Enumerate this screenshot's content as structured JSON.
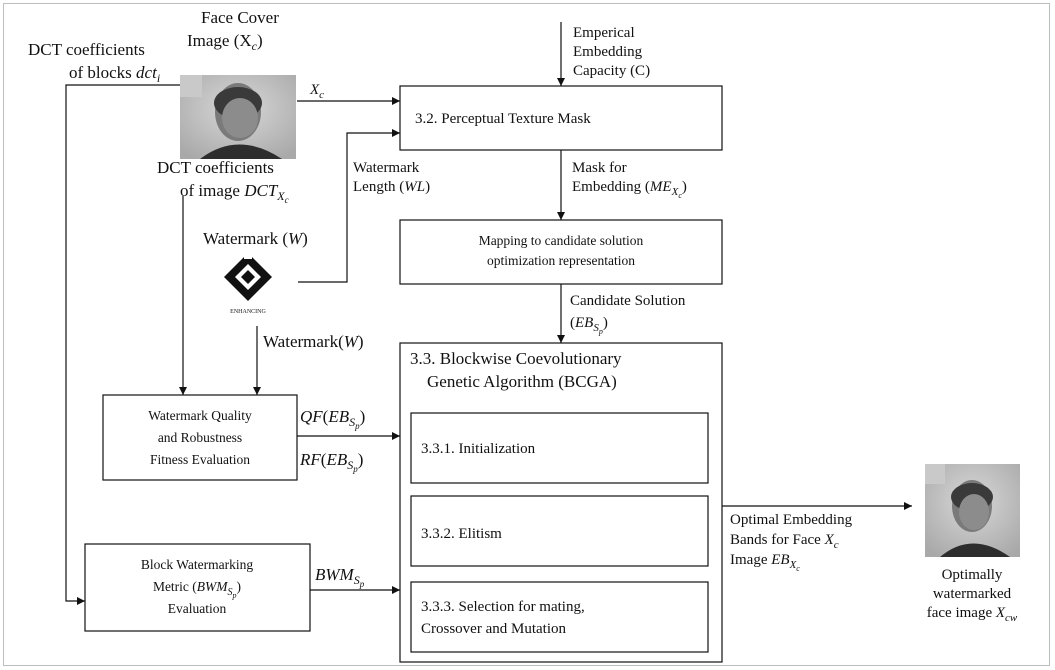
{
  "labels": {
    "face_cover": [
      "Face Cover",
      "Image (X",
      "c",
      ")"
    ],
    "dct_blocks": [
      "DCT coefficients",
      "of blocks ",
      "dct",
      "i"
    ],
    "dct_image": [
      "DCT coefficients",
      "of image ",
      "DCT",
      "X",
      "c"
    ],
    "xc_arrow": [
      "X",
      "c"
    ],
    "emperical": [
      "Emperical",
      "Embedding",
      "Capacity (C)"
    ],
    "watermark_length": [
      "Watermark",
      "Length (",
      "WL",
      ")"
    ],
    "mask_for": [
      "Mask for",
      "Embedding (",
      "ME",
      "X",
      "c",
      ")"
    ],
    "watermark_w1": [
      "Watermark (",
      "W",
      ")"
    ],
    "watermark_w2": [
      "Watermark(",
      "W",
      ")"
    ],
    "logo_text": "ENHANCING",
    "candidate": [
      "Candidate Solution",
      "(",
      "EB",
      "S",
      "p",
      ")"
    ],
    "qf": [
      "QF",
      "(",
      "EB",
      "S",
      "p",
      ")"
    ],
    "rf": [
      "RF",
      "(",
      "EB",
      "S",
      "p",
      ")"
    ],
    "bwm": [
      "BWM",
      "S",
      "p"
    ],
    "optimal_bands": [
      "Optimal Embedding",
      "Bands for Face ",
      "X",
      "c",
      "Image ",
      "EB",
      "X",
      "c"
    ],
    "optimally": [
      "Optimally",
      "watermarked",
      "face image ",
      "X",
      "cw"
    ]
  },
  "boxes": {
    "perceptual": "3.2. Perceptual Texture Mask",
    "mapping": [
      "Mapping to candidate solution",
      "optimization representation"
    ],
    "bcga": [
      "3.3. Blockwise Coevolutionary",
      "Genetic Algorithm (BCGA)"
    ],
    "init": "3.3.1. Initialization",
    "elitism": "3.3.2. Elitism",
    "selection": [
      "3.3.3. Selection for mating,",
      "Crossover and Mutation"
    ],
    "quality": [
      "Watermark Quality",
      "and Robustness",
      "Fitness Evaluation"
    ],
    "block_metric": [
      "Block Watermarking",
      "Metric (",
      "BWM",
      "S",
      "p",
      ")",
      "Evaluation"
    ]
  }
}
